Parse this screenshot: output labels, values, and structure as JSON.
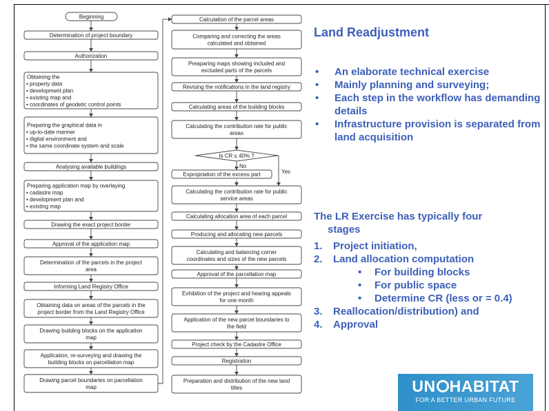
{
  "flowchart": {
    "col1": [
      {
        "id": "beginning",
        "lines": [
          "Beginning"
        ]
      },
      {
        "id": "project-boundary",
        "lines": [
          "Determination of project boundary"
        ]
      },
      {
        "id": "authorization",
        "lines": [
          "Authorization"
        ]
      },
      {
        "id": "obtaining-data",
        "lines": [
          "Obtaining the",
          "• property data",
          "• development plan",
          "• existing map and",
          "• coordinates of geodetic control points"
        ]
      },
      {
        "id": "preparing-graphical",
        "lines": [
          "Preparing the graphical data in",
          "• up-to-date manner",
          "• digital environment and",
          "• the same coordinate system and scale"
        ]
      },
      {
        "id": "analysing-buildings",
        "lines": [
          "Analysing available buildings"
        ]
      },
      {
        "id": "preparing-application-map",
        "lines": [
          "Preparing application map by overlaying",
          "• cadastre map",
          "• development plan and",
          "• existing map"
        ]
      },
      {
        "id": "drawing-project-border",
        "lines": [
          "Drawing the exact project border"
        ]
      },
      {
        "id": "approval-application-map",
        "lines": [
          "Approval of the application map"
        ]
      },
      {
        "id": "determination-parcels",
        "lines": [
          "Determination of the parcels in the project",
          "area"
        ]
      },
      {
        "id": "informing-land-registry",
        "lines": [
          "Informing Land Registry Office"
        ]
      },
      {
        "id": "obtaining-areas",
        "lines": [
          "Obtaining data on areas of the parcels in the",
          "project border from the Land Registry Office"
        ]
      },
      {
        "id": "drawing-building-blocks",
        "lines": [
          "Drawing building blocks on the application",
          "map"
        ]
      },
      {
        "id": "application-resurveying",
        "lines": [
          "Application, re-surveying and drawing the",
          "building blocks on parcellation map"
        ]
      },
      {
        "id": "drawing-parcel-boundaries",
        "lines": [
          "Drawing parcel boundaries on parcellation",
          "map"
        ]
      }
    ],
    "col2": [
      {
        "id": "calc-parcel-areas",
        "lines": [
          "Calculation of the parcel areas"
        ]
      },
      {
        "id": "comparing-areas",
        "lines": [
          "Comparing and correcting the areas",
          "calculated and obtained"
        ]
      },
      {
        "id": "preparing-maps",
        "lines": [
          "Preaparing maps showing included and",
          "excluded parts of the parcels"
        ]
      },
      {
        "id": "revising-notifications",
        "lines": [
          "Revising the notifications in the land registry"
        ]
      },
      {
        "id": "calc-block-areas",
        "lines": [
          "Calculating areas of the building blocks"
        ]
      },
      {
        "id": "calc-contribution-public",
        "lines": [
          "Calculating the contribution rate for public",
          "areas"
        ]
      },
      {
        "id": "cr-decision",
        "lines": [
          "Is CR ≤ 40% ?"
        ]
      },
      {
        "id": "expropriation",
        "lines": [
          "Expropriation of the excess part"
        ]
      },
      {
        "id": "calc-contribution-service",
        "lines": [
          "Calculating the contribution rate for public",
          "service areas"
        ]
      },
      {
        "id": "calc-allocation-area",
        "lines": [
          "Calculating allocation area of each parcel"
        ]
      },
      {
        "id": "producing-parcels",
        "lines": [
          "Producing and allocating new parcels"
        ]
      },
      {
        "id": "calc-corner-coordinates",
        "lines": [
          "Calculating and balancing corner",
          "coordinates and sizes of the new parcels"
        ]
      },
      {
        "id": "approval-parcellation",
        "lines": [
          "Approval of the parcellation map"
        ]
      },
      {
        "id": "exhibition",
        "lines": [
          "Exhibition of the project and hearing appeals",
          "for one month"
        ]
      },
      {
        "id": "application-boundaries",
        "lines": [
          "Application of the new parcel boundaries to",
          "the field"
        ]
      },
      {
        "id": "project-check",
        "lines": [
          "Project check by the Cadastre Office"
        ]
      },
      {
        "id": "registration",
        "lines": [
          "Registration"
        ]
      },
      {
        "id": "preparation-titles",
        "lines": [
          "Preparation and distribution of the new land",
          "titles"
        ]
      }
    ],
    "no_label": "No",
    "yes_label": "Yes"
  },
  "right": {
    "title": "Land Readjustment",
    "bullets": [
      "An elaborate technical exercise",
      "Mainly planning and surveying;",
      "Each step in the workflow has demanding details",
      "Infrastructure provision is separated from land acquisition"
    ],
    "stages_title_1": "The LR Exercise has typically four",
    "stages_title_2": "stages",
    "stages": [
      {
        "num": "1.",
        "label": "Project initiation,"
      },
      {
        "num": "2.",
        "label": "Land allocation computation"
      },
      {
        "num": "3.",
        "label": "Reallocation/distribution) and"
      },
      {
        "num": "4.",
        "label": "Approval"
      }
    ],
    "sub_items": [
      "For building blocks",
      "For public space",
      "Determine CR  (less or = 0.4)"
    ]
  },
  "logo": {
    "name_part1": "UN",
    "name_part2": "HABITAT",
    "tagline": "FOR A BETTER URBAN FUTURE"
  },
  "colors": {
    "accent": "#3d5fb8",
    "logo_bg": "#2f8fc9",
    "frame": "#000000"
  }
}
